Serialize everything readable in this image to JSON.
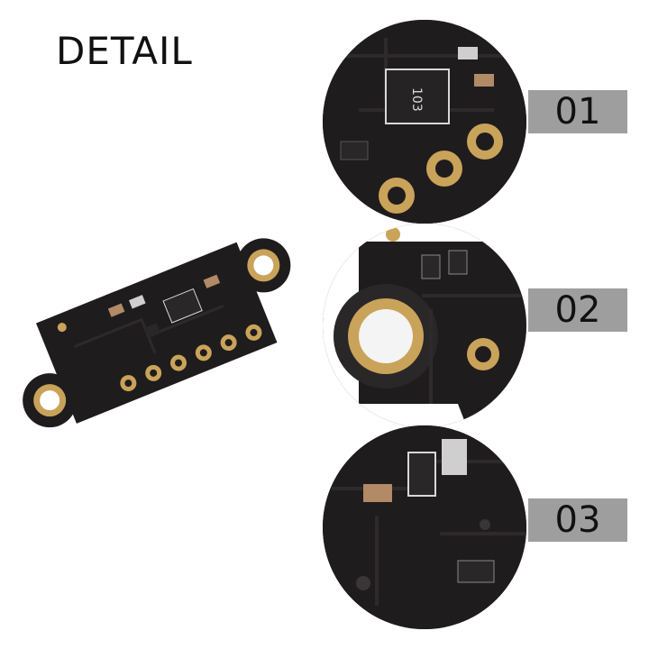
{
  "heading": "DETAIL",
  "details": [
    {
      "label": "01"
    },
    {
      "label": "02"
    },
    {
      "label": "03"
    }
  ],
  "board": {
    "silkscreen_text": "103",
    "colors": {
      "pcb": "#1f1c1d",
      "copper": "#c9a35a",
      "trace": "#2e2a2b",
      "silk": "#d8d8d8"
    }
  }
}
